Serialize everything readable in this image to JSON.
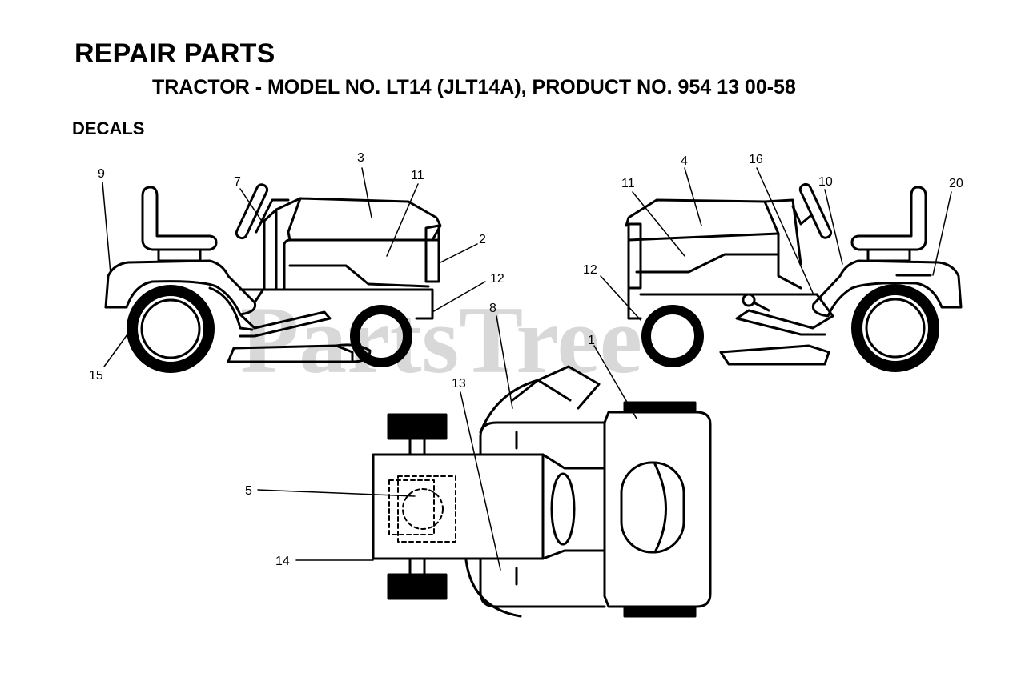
{
  "header": {
    "title": "REPAIR PARTS",
    "subtitle": "TRACTOR - MODEL NO. LT14 (JLT14A), PRODUCT NO. 954 13 00-58",
    "section": "DECALS"
  },
  "watermark": "PartsTree",
  "callouts": {
    "c1": "1",
    "c2": "2",
    "c3": "3",
    "c4": "4",
    "c5": "5",
    "c7": "7",
    "c8": "8",
    "c9": "9",
    "c10": "10",
    "c11_left": "11",
    "c11_right": "11",
    "c12_left": "12",
    "c12_right": "12",
    "c13": "13",
    "c14": "14",
    "c15": "15",
    "c16": "16",
    "c20": "20"
  }
}
